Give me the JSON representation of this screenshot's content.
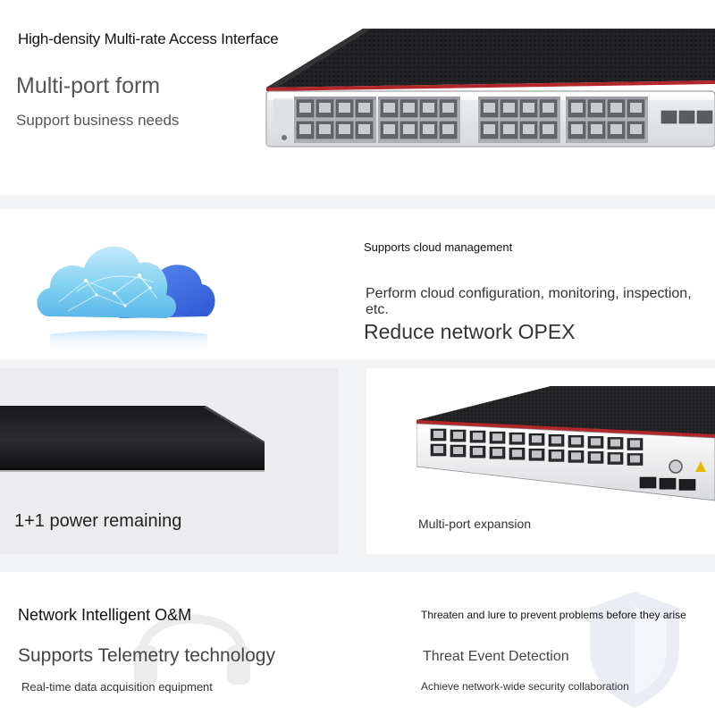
{
  "sections": {
    "interface": {
      "headline": "High-density Multi-rate Access Interface",
      "title": "Multi-port form",
      "subtitle": "Support business needs"
    },
    "cloud": {
      "heading": "Supports cloud management",
      "description": "Perform cloud configuration, monitoring, inspection, etc.",
      "benefit": "Reduce network OPEX"
    },
    "power": {
      "label": "1+1 power remaining"
    },
    "expansion": {
      "label": "Multi-port expansion"
    },
    "om": {
      "heading": "Network Intelligent O&M",
      "title": "Supports Telemetry technology",
      "subtitle": "Real-time data acquisition equipment"
    },
    "security": {
      "heading": "Threaten and lure to prevent problems before they arise",
      "title": "Threat Event Detection",
      "subtitle": "Achieve network-wide security collaboration"
    }
  },
  "icons": {
    "cloud": "cloud-icon",
    "headset": "headset-icon",
    "shield": "shield-icon"
  },
  "colors": {
    "background": "#f2f3f5",
    "panel": "#ffffff",
    "device_body": "#1c1c1e",
    "device_accent": "#b3272b",
    "cloud_light": "#8fd2f3",
    "cloud_deep": "#3c6fe0"
  }
}
